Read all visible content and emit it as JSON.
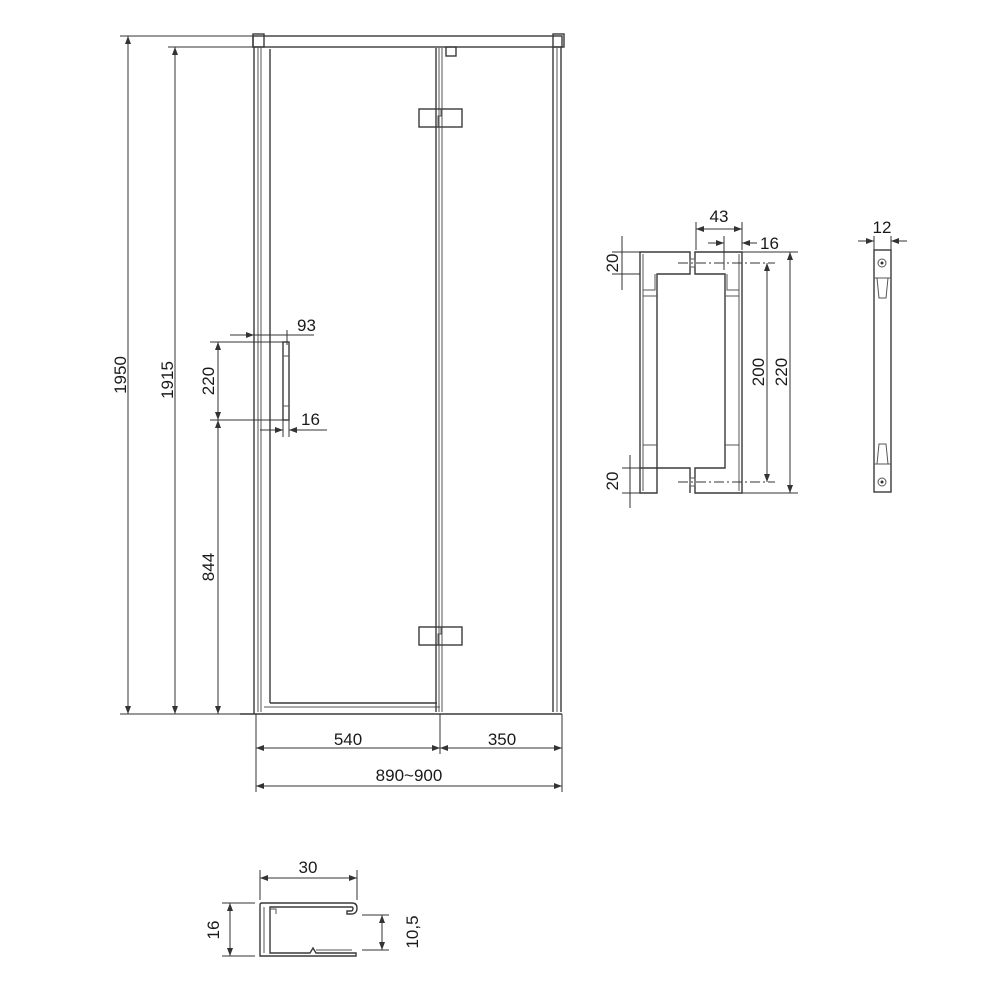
{
  "door_elevation": {
    "total_height": "1950",
    "glass_height": "1915",
    "handle_height": "220",
    "handle_position": "844",
    "handle_offset": "93",
    "handle_depth": "16",
    "door_width": "540",
    "fixed_panel_width": "350",
    "total_width": "890~900"
  },
  "handle_detail": {
    "width": "43",
    "depth": "16",
    "top_mount": "20",
    "bottom_mount": "20",
    "hole_spacing": "200",
    "total_length": "220",
    "side_width": "12"
  },
  "profile_section": {
    "width": "30",
    "height": "16",
    "inner_height": "10,5"
  }
}
